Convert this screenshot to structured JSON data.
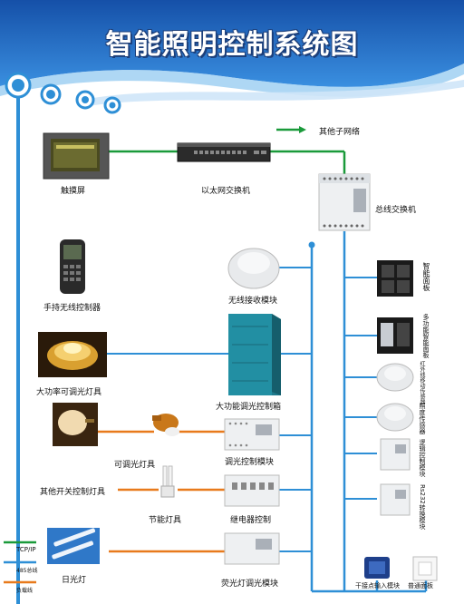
{
  "title": "智能照明控制系统图",
  "devices": {
    "touchscreen": "触摸屏",
    "ethernet_switch": "以太网交换机",
    "other_network": "其他子网络",
    "bus_switch": "总线交换机",
    "handheld": "手持无线控制器",
    "wireless_receiver": "无线接收模块",
    "high_power_lamp": "大功率可调光灯具",
    "high_power_dimmer_box": "大功能调光控制箱",
    "dimmable_lamp": "可调光灯具",
    "dimmer_module": "调光控制模块",
    "other_switch_lamp": "其他开关控制灯具",
    "energy_saving_lamp": "节能灯具",
    "relay": "继电器控制",
    "fluorescent": "日光灯",
    "fluorescent_dimmer": "荧光灯调光模块",
    "smart_panel": "智能面板",
    "multi_panel": "多功能智能面板",
    "ir_sensor": "红外线移动传感器",
    "illuminance_sensor": "照度传感器",
    "logic_module": "逻辑控制模块",
    "rs232_module": "Rs232转换模块",
    "dry_contact": "干接点输入模块",
    "normal_panel": "普通面板"
  },
  "legend": {
    "tcpip": "TCP/IP",
    "bus485": "485总线",
    "load": "负载线"
  },
  "colors": {
    "tcpip": "#1a9a3a",
    "bus485": "#2e8fd6",
    "load": "#e87a1c",
    "title_bg": "#1e68c0"
  }
}
